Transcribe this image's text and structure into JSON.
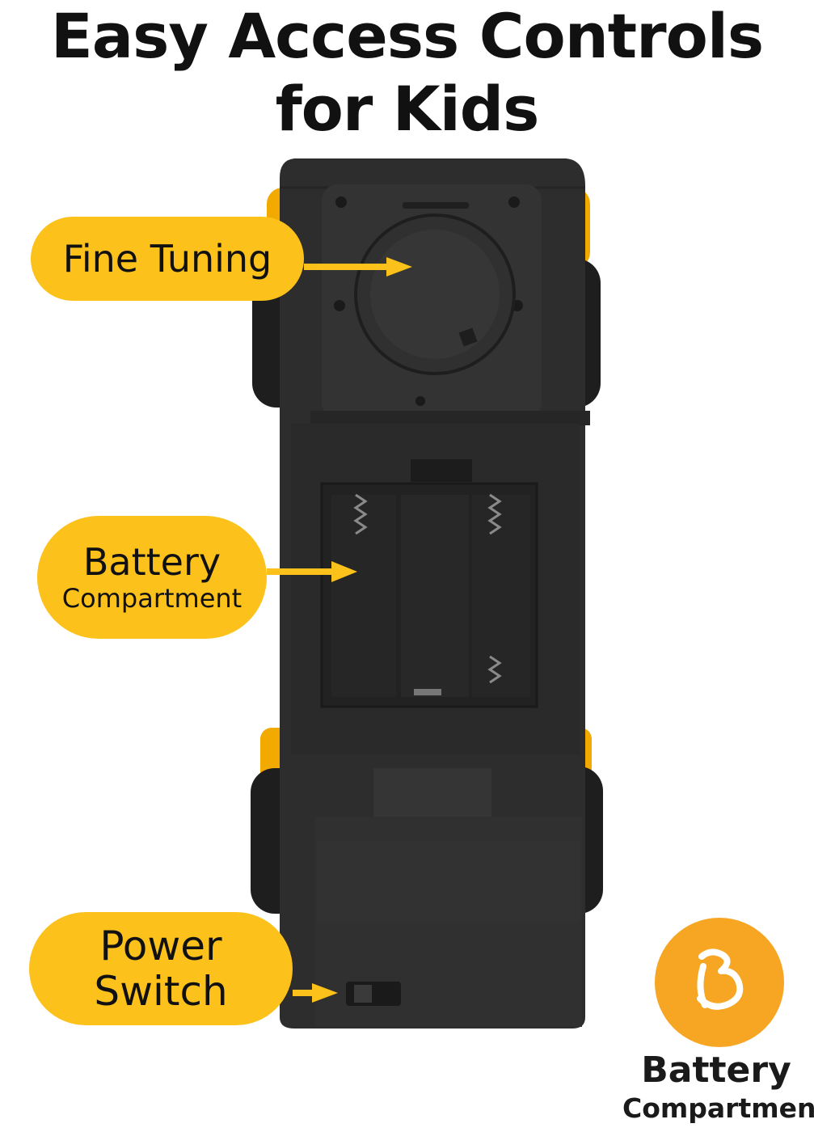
{
  "title": {
    "line1": "Easy Access Controls",
    "line2": "for Kids"
  },
  "callouts": {
    "fine_tuning": "Fine Tuning",
    "battery_line1": "Battery",
    "battery_line2": "Compartment",
    "power_line1": "Power",
    "power_line2": "Switch"
  },
  "badge": {
    "icon": "battery-compartment-icon",
    "line1": "Battery",
    "line2": "Compartment"
  },
  "colors": {
    "accent": "#fcc21b",
    "body": "#2c2c2c",
    "badge": "#f6a623",
    "car_yellow": "#f2a900"
  }
}
